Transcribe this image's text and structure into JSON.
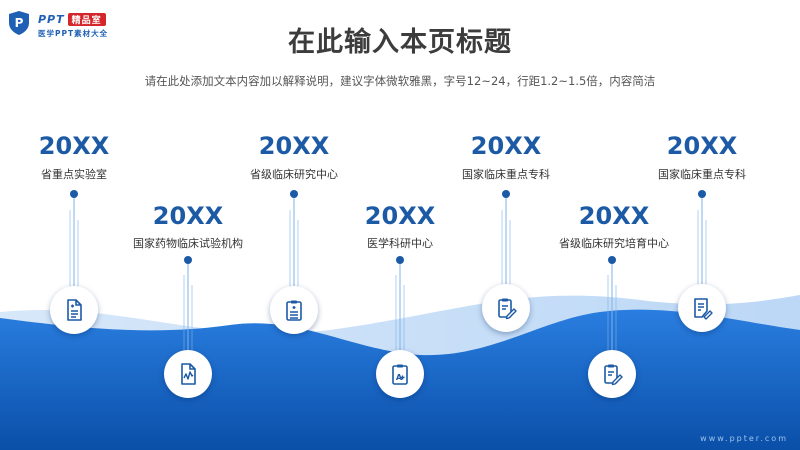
{
  "logo": {
    "brand": "PPT",
    "badge": "精品室",
    "tagline": "医学PPT素材大全"
  },
  "header": {
    "title": "在此输入本页标题",
    "subtitle": "请在此处添加文本内容加以解释说明，建议字体微软雅黑，字号12~24，行距1.2~1.5倍，内容简洁"
  },
  "milestones": [
    {
      "year": "20XX",
      "label": "省重点实验室",
      "icon": "document-plus-icon"
    },
    {
      "year": "20XX",
      "label": "国家药物临床试验机构",
      "icon": "chart-document-icon"
    },
    {
      "year": "20XX",
      "label": "省级临床研究中心",
      "icon": "clipboard-list-icon"
    },
    {
      "year": "20XX",
      "label": "医学科研中心",
      "icon": "clipboard-a-plus-icon"
    },
    {
      "year": "20XX",
      "label": "国家临床重点专科",
      "icon": "clipboard-pen-icon"
    },
    {
      "year": "20XX",
      "label": "省级临床研究培育中心",
      "icon": "clipboard-pen-icon"
    },
    {
      "year": "20XX",
      "label": "国家临床重点专科",
      "icon": "document-pen-icon"
    }
  ],
  "footer": {
    "url": "www.ppter.com"
  },
  "colors": {
    "primary": "#1c5aa6",
    "wave_dark": "#0d57b8",
    "wave_light": "#3b8ee8"
  }
}
